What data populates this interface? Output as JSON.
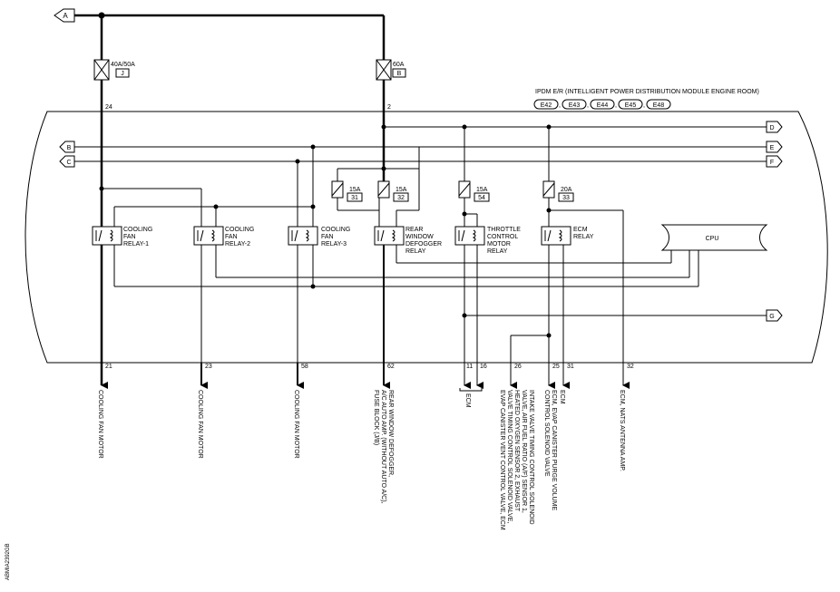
{
  "module": {
    "title": "IPDM E/R (INTELLIGENT POWER DISTRIBUTION MODULE ENGINE ROOM)",
    "connectors": [
      "E42",
      "E43",
      "E44",
      "E45",
      "E48"
    ],
    "connector_separators": [
      ",",
      ",",
      ",",
      ","
    ],
    "cpu_label": "CPU"
  },
  "connectors_offpage": {
    "A": "A",
    "B": "B",
    "C": "C",
    "D": "D",
    "E": "E",
    "F": "F",
    "G": "G"
  },
  "top_fuses": [
    {
      "rating": "40A/50A",
      "id": "J",
      "pin": "24"
    },
    {
      "rating": "60A",
      "id": "B",
      "pin": "2"
    }
  ],
  "inner_fuses": [
    {
      "rating": "15A",
      "id": "31"
    },
    {
      "rating": "15A",
      "id": "32"
    },
    {
      "rating": "15A",
      "id": "54"
    },
    {
      "rating": "20A",
      "id": "33"
    }
  ],
  "relays": [
    {
      "lines": [
        "COOLING",
        "FAN",
        "RELAY-1"
      ]
    },
    {
      "lines": [
        "COOLING",
        "FAN",
        "RELAY-2"
      ]
    },
    {
      "lines": [
        "COOLING",
        "FAN",
        "RELAY-3"
      ]
    },
    {
      "lines": [
        "REAR",
        "WINDOW",
        "DEFOGGER",
        "RELAY"
      ]
    },
    {
      "lines": [
        "THROTTLE",
        "CONTROL",
        "MOTOR",
        "RELAY"
      ]
    },
    {
      "lines": [
        "ECM",
        "RELAY"
      ]
    }
  ],
  "outputs": [
    {
      "pin": "21",
      "lines": [
        "COOLING FAN MOTOR"
      ]
    },
    {
      "pin": "23",
      "lines": [
        "COOLING FAN MOTOR"
      ]
    },
    {
      "pin": "58",
      "lines": [
        "COOLING FAN MOTOR"
      ]
    },
    {
      "pin": "62",
      "lines": [
        "REAR WINDOW DEFOGGER,",
        "A/C AUTO AMP. (WITHOUT AUTO A/C),",
        "FUSE BLOCK (J/B)"
      ]
    },
    {
      "pin": "11",
      "lines": []
    },
    {
      "pin": "16",
      "lines": []
    },
    {
      "pin": "26",
      "lines": [
        "INTAKE VALVE TIMING CONTROL SOLENOID",
        "VALVE, AIR FUEL RATIO (A/F) SENSOR 1,",
        "HEATED OXYGEN SENSOR 2, EXHAUST",
        "VALVE TIMING CONTROL SOLENOID VALVE,",
        "EVAP CANISTER VENT CONTROL VALVE, ECM"
      ]
    },
    {
      "pin": "25",
      "lines": [
        "ECM, EVAP CANISTER PURGE VOLUME",
        "CONTROL SOLENOID VALVE"
      ]
    },
    {
      "pin": "31",
      "lines": [
        "ECM"
      ]
    },
    {
      "pin": "32",
      "lines": [
        "ECM, NATS ANTENNA AMP."
      ]
    }
  ],
  "ecm_bracket_label": "ECM",
  "figure_code": "ABMIA2392GB"
}
